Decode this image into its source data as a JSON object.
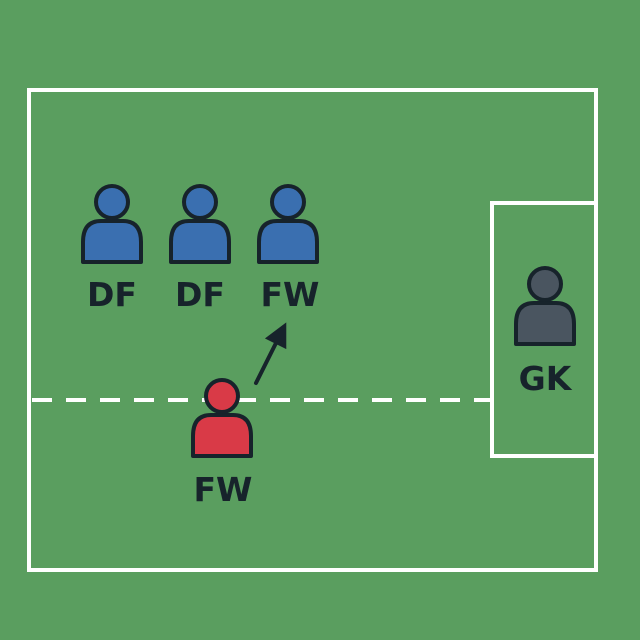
{
  "colors": {
    "field": "#5a9e5f",
    "lines": "#ffffff",
    "team_defense": "#3a6fb0",
    "team_attack": "#d93a47",
    "goalkeeper": "#4a5560",
    "outline": "#17232b"
  },
  "players": [
    {
      "id": "df1",
      "label": "DF",
      "team": "defense",
      "color": "#3a6fb0"
    },
    {
      "id": "df2",
      "label": "DF",
      "team": "defense",
      "color": "#3a6fb0"
    },
    {
      "id": "fw-blue",
      "label": "FW",
      "team": "defense",
      "color": "#3a6fb0"
    },
    {
      "id": "fw-red",
      "label": "FW",
      "team": "attack",
      "color": "#d93a47"
    },
    {
      "id": "gk",
      "label": "GK",
      "team": "goalkeeper",
      "color": "#4a5560"
    }
  ],
  "icons": {
    "player": "person-icon",
    "movement": "arrow-icon"
  }
}
